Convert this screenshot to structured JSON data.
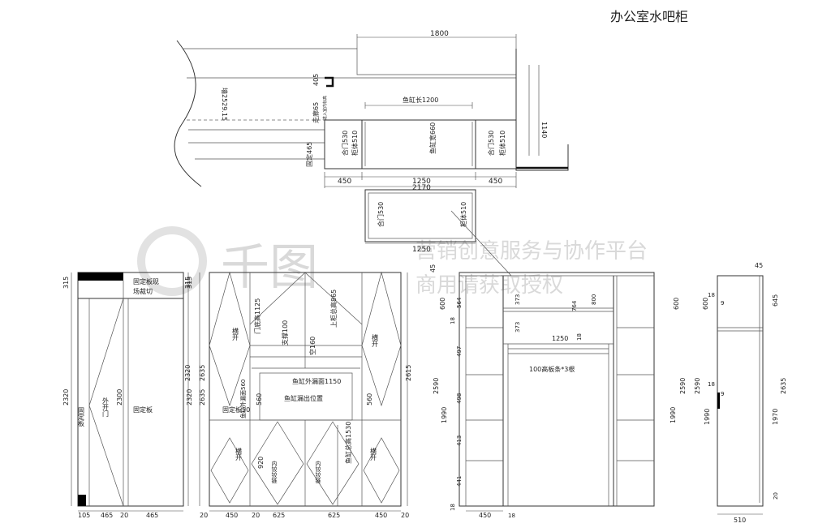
{
  "title": "办公室水吧柜",
  "watermark": {
    "brand": "千图",
    "line1": "营销创意服务与协作平台",
    "line2": "商用请获取授权"
  },
  "plan": {
    "dim_top": "1800",
    "dim_right": "1140",
    "tank_length": "鱼缸长1200",
    "tank_width": "鱼缸宽660",
    "wall_label": "墙2529.15",
    "panel_65": "走廊65",
    "dim_405": "405",
    "small_note": "进入室内标高",
    "fixed_465": "固定465",
    "left_door": "合门530",
    "left_body": "柜体510",
    "right_door": "合门530",
    "right_body": "柜体510",
    "dim_450_l": "450",
    "dim_1250": "1250",
    "dim_450_r": "450",
    "dim_total": "2170"
  },
  "detail": {
    "door": "合门530",
    "body": "柜体510",
    "width": "1250"
  },
  "side_view": {
    "top_note_1": "固定板现",
    "top_note_2": "场裁切",
    "fixed_left": "固定板",
    "door_label": "外开门",
    "fixed_right": "固定板",
    "h_315": "315",
    "h_2320": "2320",
    "h_2635": "2635",
    "h_2300": "2300",
    "w_105": "105",
    "w_465a": "465",
    "w_20": "20",
    "w_465b": "465"
  },
  "front_view": {
    "door_h": "门底高1125",
    "support": "支撑100",
    "void": "空160",
    "upper": "上柜总高865",
    "tank_top": "鱼缸外漏面1150",
    "tank_out": "鱼缸外漏面560",
    "tank_pos": "鱼缸漏出位置",
    "fixed_50": "固定板50",
    "h_560_l": "560",
    "h_560_r": "560",
    "tank_total": "鱼缸总高1530",
    "hinge_l": "内铰铰链",
    "hinge_r": "内铰铰链",
    "hc_tl": "横开",
    "hc_tr": "横开",
    "hc_bl": "横开",
    "hc_br": "横开",
    "h_920": "920",
    "h_315": "315",
    "h_2320": "2320",
    "h_2635": "2635",
    "h_2615": "2615",
    "w_20a": "20",
    "w_450a": "450",
    "w_20b": "20",
    "w_625a": "625",
    "w_625b": "625",
    "w_450b": "450",
    "w_20c": "20"
  },
  "shelf_view": {
    "t_45": "45",
    "l_600": "600",
    "l_564": "564",
    "l_18a": "18",
    "l_497": "497",
    "l_498": "498",
    "l_413": "413",
    "l_441": "441",
    "l_18b": "18",
    "l_2590": "2590",
    "l_1990": "1990",
    "c_373a": "373",
    "c_764": "764",
    "c_800": "800",
    "c_373b": "373",
    "c_18": "18",
    "c_1250": "1250",
    "shelf_note": "100高板条*3根",
    "r_600": "600",
    "r_2590": "2590",
    "r_1990": "1990",
    "b_450": "450",
    "b_18": "18"
  },
  "side_section": {
    "t_45": "45",
    "h_600": "600",
    "h_645": "645",
    "h_18a": "18",
    "h_9a": "9",
    "h_18b": "18",
    "h_9b": "9",
    "h_2590": "2590",
    "h_2635": "2635",
    "h_1990": "1990",
    "h_1970": "1970",
    "h_20": "20",
    "w_510": "510"
  }
}
